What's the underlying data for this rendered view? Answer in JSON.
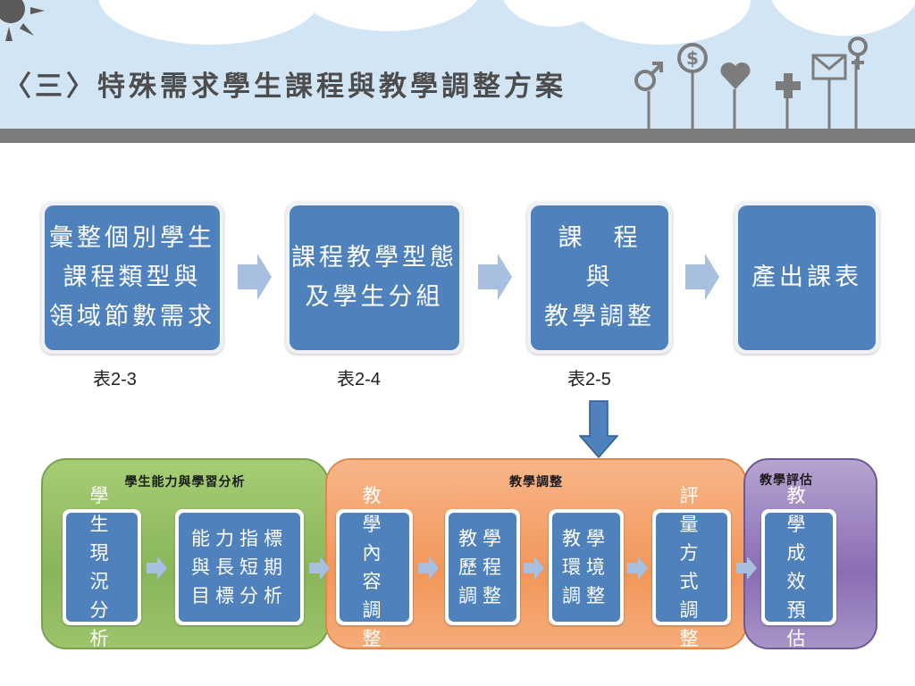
{
  "header": {
    "title": "〈三〉特殊需求學生課程與教學調整方案",
    "icons": [
      "sun-icon",
      "male-icon",
      "dollar-icon",
      "heart-icon",
      "plus-icon",
      "mail-icon",
      "female-icon"
    ]
  },
  "colors": {
    "header_bg": "#d2e5f5",
    "step_blue": "#4f81bd",
    "chevron": "#a9bfdf",
    "arrow_blue": "#4f81bd",
    "panel_green": "#9cc46b",
    "panel_orange": "#f4a46e",
    "panel_purple": "#9b84c0"
  },
  "process": {
    "steps": [
      {
        "text": "彙整個別學生\n課程類型與\n領域節數需求",
        "ref": "表2-3"
      },
      {
        "text": "課程教學型態\n及學生分組",
        "ref": "表2-4"
      },
      {
        "text": "課　程　與\n教學調整",
        "ref": "表2-5"
      },
      {
        "text": "產出課表",
        "ref": ""
      }
    ]
  },
  "panels": {
    "analysis": {
      "title": "學生能力與學習分析",
      "items": [
        "學　生\n現　況\n分　析",
        "能力指標\n與長短期\n目標分析"
      ]
    },
    "adjustment": {
      "title": "教學調整",
      "items": [
        "教　學\n內　容\n調　整",
        "教學\n歷程\n調整",
        "教學\n環境\n調整",
        "評　量\n方　式\n調　整"
      ]
    },
    "evaluation": {
      "title": "教學評估",
      "items": [
        "教　學\n成　效\n預　估"
      ]
    }
  }
}
